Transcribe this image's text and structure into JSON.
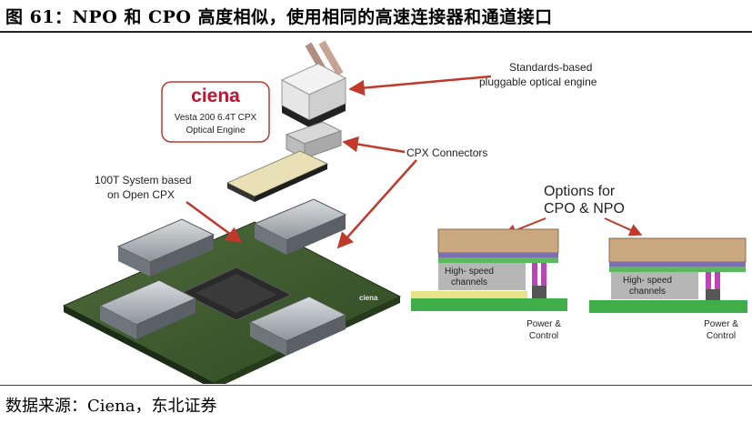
{
  "title": "图 61：NPO 和 CPO 高度相似，使用相同的高速连接器和通道接口",
  "source": "数据来源：Ciena，东北证券",
  "figure": {
    "logo_text": "ciena",
    "logo_color": "#c8102e",
    "engine_caption_line1": "Vesta 200 6.4T CPX",
    "engine_caption_line2": "Optical Engine",
    "pluggable_label_line1": "Standards-based",
    "pluggable_label_line2": "pluggable optical engine",
    "cpx_connectors_label": "CPX Connectors",
    "system_label_line1": "100T System based",
    "system_label_line2": "on Open CPX",
    "board_brand": "ciena",
    "options_line1": "Options for",
    "options_line2": "CPO & NPO",
    "left_diagram": {
      "channel_line1": "High- speed",
      "channel_line2": "channels",
      "power_line1": "Power &",
      "power_line2": "Control"
    },
    "right_diagram": {
      "channel_line1": "High- speed",
      "channel_line2": "channels",
      "power_line1": "Power &",
      "power_line2": "Control"
    },
    "arrow_color": "#c0392b"
  }
}
